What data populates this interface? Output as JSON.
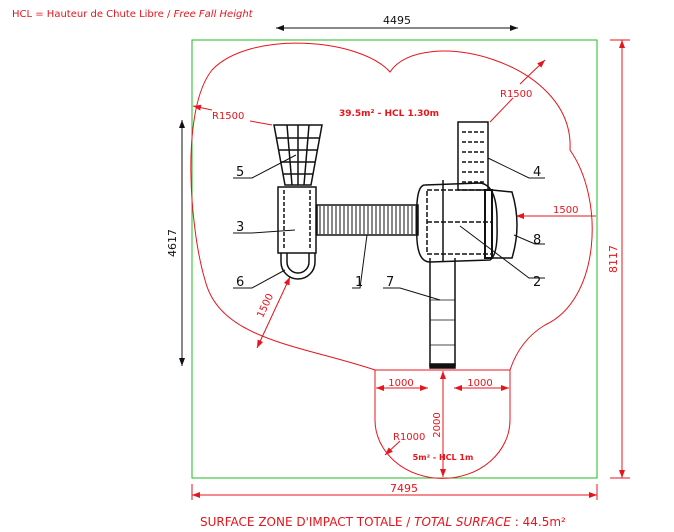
{
  "legend": {
    "prefix": "HCL = Hauteur de Chute Libre",
    "sep": " / ",
    "en": "Free Fall Height"
  },
  "dimensions": {
    "top_width": "4495",
    "total_width": "7495",
    "left_height": "4617",
    "right_height": "8117",
    "radius_top_left": "R1500",
    "radius_top_right": "R1500",
    "radius_bottom": "R1000",
    "right_offset": "1500",
    "diag_offset": "1500",
    "left_offset": "1000",
    "right_offset_bottom": "1000",
    "bottom_depth": "2000"
  },
  "zones": {
    "main": "39.5m² - HCL 1.30m",
    "slide": "5m² - HCL 1m"
  },
  "parts": [
    "1",
    "2",
    "3",
    "4",
    "5",
    "6",
    "7",
    "8"
  ],
  "footer": {
    "fr": "SURFACE ZONE D'IMPACT TOTALE",
    "sep": " / ",
    "en": "TOTAL SURFACE",
    "value": " : 44.5m²"
  },
  "colors": {
    "dimension": "#e8141b",
    "boundary": "#22bb22",
    "equipment": "#111111"
  }
}
